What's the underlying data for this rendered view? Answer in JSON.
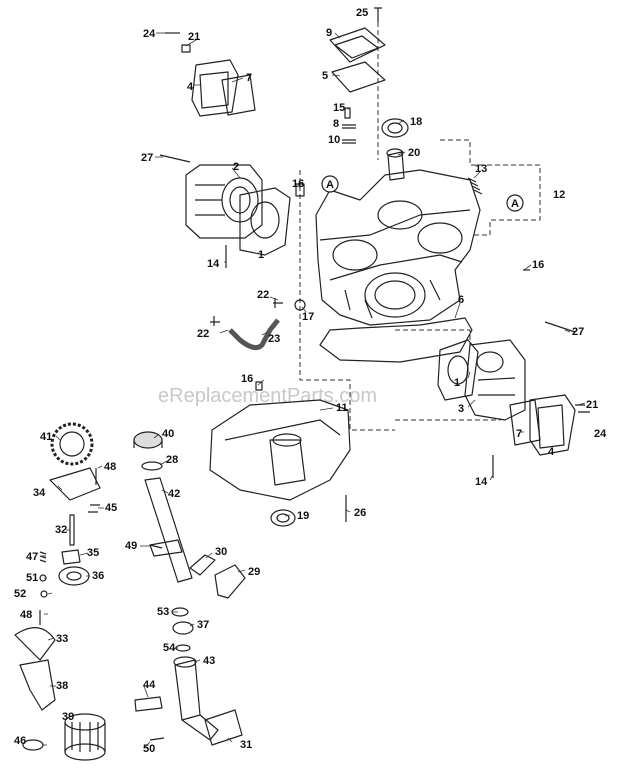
{
  "watermark": "eReplacementParts.com",
  "callout_marker": "A",
  "labels": {
    "l1a": "1",
    "l1b": "1",
    "l2": "2",
    "l3": "3",
    "l4a": "4",
    "l4b": "4",
    "l5": "5",
    "l6": "6",
    "l7a": "7",
    "l7b": "7",
    "l8": "8",
    "l9": "9",
    "l10": "10",
    "l11": "11",
    "l12": "12",
    "l13": "13",
    "l14a": "14",
    "l14b": "14",
    "l15": "15",
    "l16a": "16",
    "l16b": "16",
    "l16c": "16",
    "l17": "17",
    "l18": "18",
    "l19": "19",
    "l20": "20",
    "l21a": "21",
    "l21b": "21",
    "l22a": "22",
    "l22b": "22",
    "l23": "23",
    "l24a": "24",
    "l24b": "24",
    "l25": "25",
    "l26": "26",
    "l27a": "27",
    "l27b": "27",
    "l28": "28",
    "l29": "29",
    "l30": "30",
    "l31": "31",
    "l32": "32",
    "l33": "33",
    "l34": "34",
    "l35": "35",
    "l36": "36",
    "l37": "37",
    "l38": "38",
    "l39": "39",
    "l40": "40",
    "l41": "41",
    "l42": "42",
    "l43": "43",
    "l44": "44",
    "l45": "45",
    "l46": "46",
    "l47": "47",
    "l48a": "48",
    "l48b": "48",
    "l49": "49",
    "l50": "50",
    "l51": "51",
    "l52": "52",
    "l53": "53",
    "l54": "54"
  }
}
